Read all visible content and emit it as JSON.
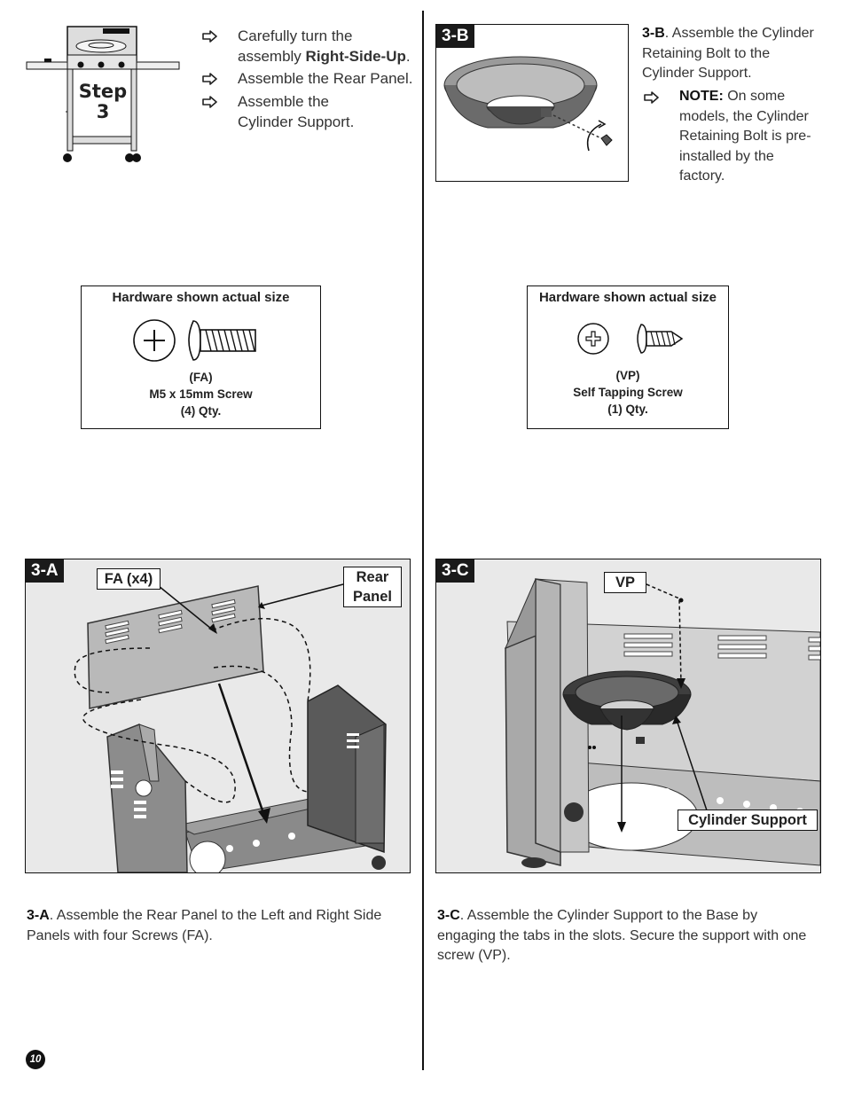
{
  "step": {
    "word": "Step",
    "number": "3"
  },
  "intro_bullets": [
    {
      "text_before": "Carefully turn the assembly",
      "bold": "Right-Side-Up",
      "text_after": "."
    },
    {
      "text": "Assemble the Rear Panel."
    },
    {
      "text": "Assemble the Cylinder Support."
    }
  ],
  "panel_3b": {
    "tag": "3-B",
    "id": "3-B",
    "description": ". Assemble the Cylinder Retaining Bolt to the Cylinder Support.",
    "note_label": "NOTE:",
    "note_text": "On some models, the Cylinder Retaining Bolt is pre-installed by the factory."
  },
  "hardware_left": {
    "title": "Hardware shown actual size",
    "code": "(FA)",
    "name": "M5 x 15mm Screw",
    "qty": "(4) Qty."
  },
  "hardware_right": {
    "title": "Hardware shown actual size",
    "code": "(VP)",
    "name": "Self Tapping Screw",
    "qty": "(1) Qty."
  },
  "panel_3a": {
    "tag": "3-A",
    "callout_fa": "FA (x4)",
    "callout_rear_1": "Rear",
    "callout_rear_2": "Panel",
    "id": "3-A",
    "description": ". Assemble the Rear Panel to the Left and Right Side Panels with four Screws (FA)."
  },
  "panel_3c": {
    "tag": "3-C",
    "callout_vp": "VP",
    "callout_support": "Cylinder Support",
    "id": "3-C",
    "description": ". Assemble the Cylinder Support to the Base by engaging the tabs in the slots.  Secure the support with one screw (VP)."
  },
  "page_number": "10"
}
